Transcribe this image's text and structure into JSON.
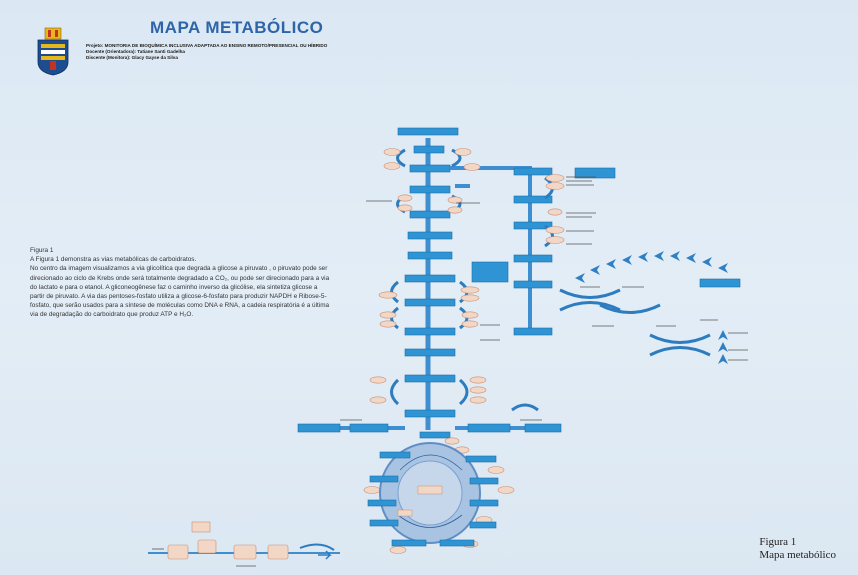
{
  "header": {
    "title": "MAPA METABÓLICO",
    "project_line": "Projeto: MONITORIA DE BIOQUÍMICA INCLUSIVA ADAPTADA AO ENSINO REMOTO/PRESENCIAL OU HÍBRIDO",
    "teacher_line": "Docente (Orientadora): Tatiane Santi Gadelha",
    "student_line": "Discente (Monitora): Glacy Gayse da Silva"
  },
  "description": {
    "heading": "Figura 1",
    "paragraphs": [
      "A Figura 1 demonstra as vias metabólicas de carboidratos.",
      "No centro da imagem visualizamos a via glicolítica que degrada a glicose a piruvato , o piruvato pode ser direcionado ao ciclo de Krebs onde será totalmente degradado a CO₂, ou pode ser direcionado para a via do lactato e para o etanol. A gliconeogênese faz o caminho inverso da glicólise, ela sintetiza glicose a partir de piruvato. A via das pentoses-fosfato utiliza a glicose-6-fosfato para produzir NAPDH e Ribose-5-fosfato, que serão usados para a síntese de moléculas como DNA e RNA, a cadeia respiratória é a última via de degradação do carboidrato que produz ATP e H₂O."
    ]
  },
  "caption": {
    "line1": "Figura 1",
    "line2": "Mapa metabólico"
  },
  "colors": {
    "accent": "#2e64a8",
    "box_fill": "#2f94d3",
    "oval_fill": "#f2d6c6",
    "background": "#dde9f4"
  },
  "icons": [
    "university-crest-icon"
  ]
}
